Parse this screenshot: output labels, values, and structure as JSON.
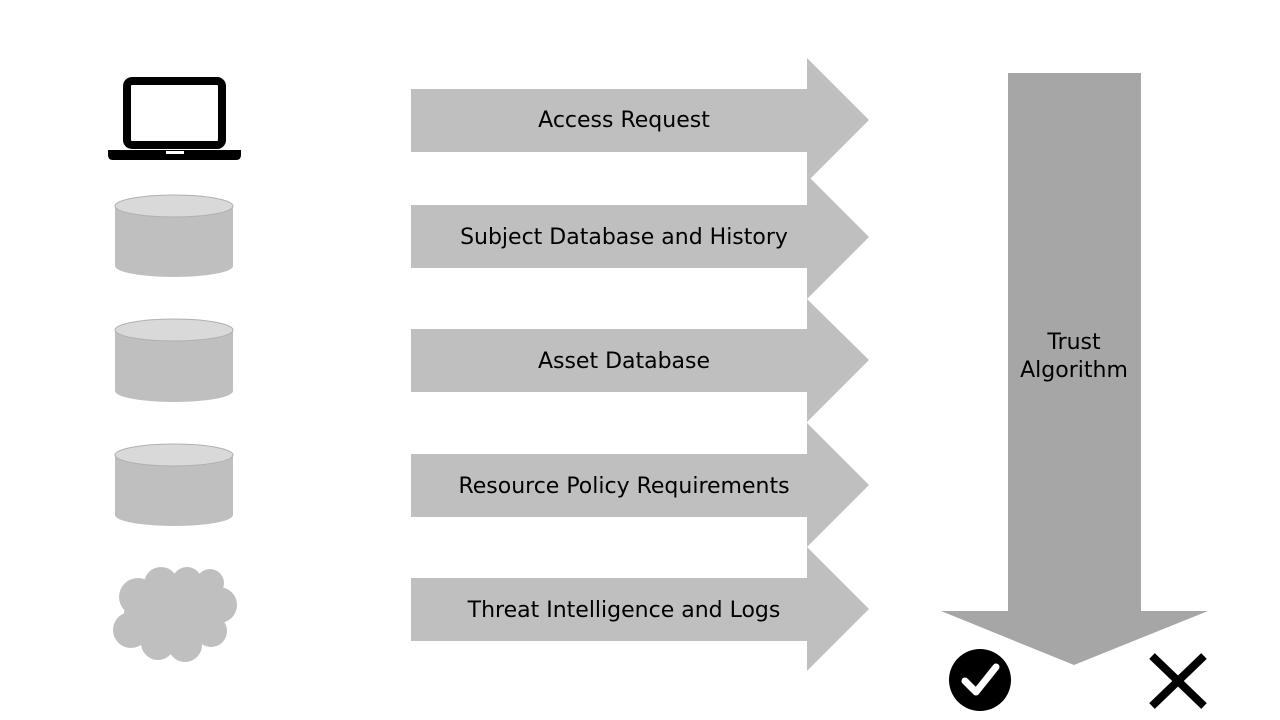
{
  "inputs": [
    {
      "icon": "laptop-icon",
      "label": "Access Request"
    },
    {
      "icon": "database-icon",
      "label": "Subject Database and History"
    },
    {
      "icon": "database-icon",
      "label": "Asset Database"
    },
    {
      "icon": "database-icon",
      "label": "Resource Policy Requirements"
    },
    {
      "icon": "cloud-icon",
      "label": "Threat Intelligence and Logs"
    }
  ],
  "trust_algorithm": {
    "line1": "Trust",
    "line2": "Algorithm"
  },
  "outcomes": {
    "allow_icon": "check-circle-icon",
    "deny_icon": "x-mark-icon"
  },
  "colors": {
    "arrow": "#bfbfbf",
    "trust_arrow": "#a6a6a6",
    "db_body": "#bfbfbf",
    "db_top": "#d9d9d9",
    "cloud": "#bfbfbf",
    "icon_dark": "#000000"
  }
}
